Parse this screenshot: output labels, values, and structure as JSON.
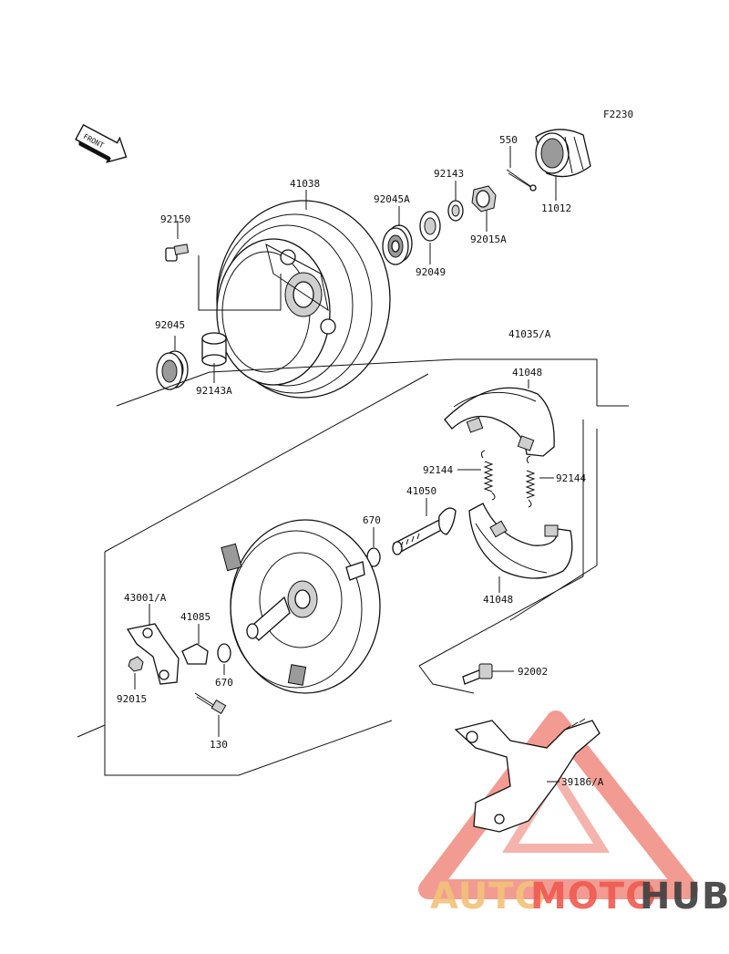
{
  "figure_code": "F2230",
  "front_arrow_text": "FRONT",
  "parts": {
    "p41038": "41038",
    "p92150": "92150",
    "p92045": "92045",
    "p92143A": "92143A",
    "p92045A": "92045A",
    "p92049": "92049",
    "p92143": "92143",
    "p92015A": "92015A",
    "p550": "550",
    "p11012": "11012",
    "p41035A": "41035/A",
    "p41048_top": "41048",
    "p92144_left": "92144",
    "p92144_right": "92144",
    "p41050": "41050",
    "p670_top": "670",
    "p41048_bottom": "41048",
    "p43001A": "43001/A",
    "p41085": "41085",
    "p670_bottom": "670",
    "p92015": "92015",
    "p130": "130",
    "p92002": "92002",
    "p39186A": "39186/A"
  },
  "watermark": {
    "part1": "AUTO",
    "part2": "MOTO",
    "part3": "HUB",
    "color_light": "#f3c27a",
    "color_accent": "#ef5a50",
    "color_dark": "#3d3d3d"
  }
}
